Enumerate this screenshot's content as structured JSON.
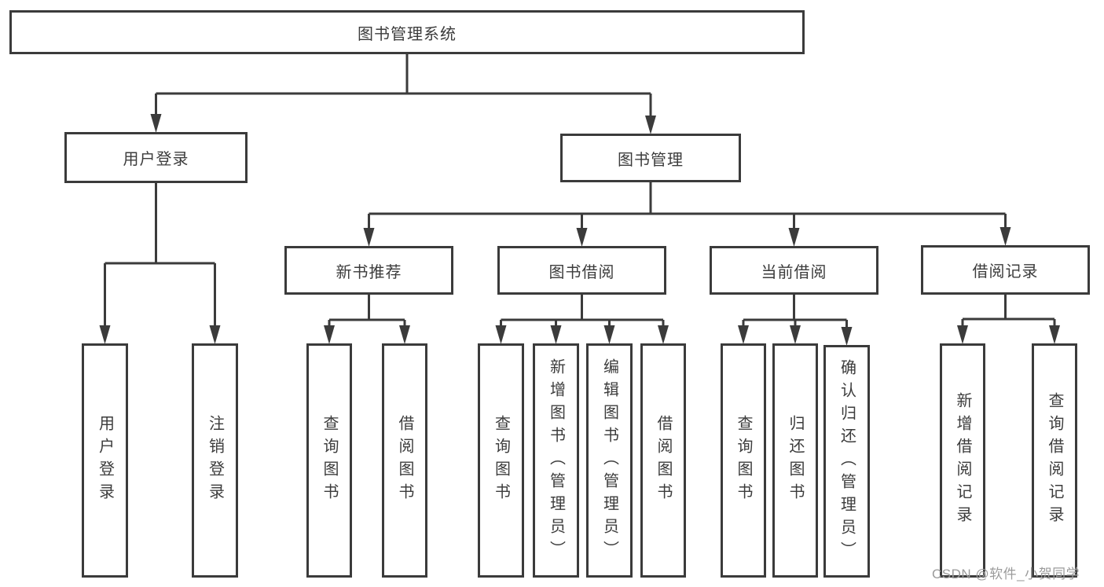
{
  "diagram": {
    "watermark": "CSDN @软件_小贺同学",
    "colors": {
      "line": "#3b3b3b",
      "box_border": "#3b3b3b",
      "text": "#3c3c3c",
      "watermark": "#9b9b9b",
      "background": "#ffffff"
    },
    "nodes": [
      {
        "id": "root",
        "label": "图书管理系统",
        "parent": null,
        "orient": "h"
      },
      {
        "id": "user-login",
        "label": "用户登录",
        "parent": "root",
        "orient": "h"
      },
      {
        "id": "book-mgmt",
        "label": "图书管理",
        "parent": "root",
        "orient": "h"
      },
      {
        "id": "login",
        "label": "用户登录",
        "parent": "user-login",
        "orient": "v"
      },
      {
        "id": "logout",
        "label": "注销登录",
        "parent": "user-login",
        "orient": "v"
      },
      {
        "id": "new-book-rec",
        "label": "新书推荐",
        "parent": "book-mgmt",
        "orient": "h"
      },
      {
        "id": "book-borrow",
        "label": "图书借阅",
        "parent": "book-mgmt",
        "orient": "h"
      },
      {
        "id": "current-borrow",
        "label": "当前借阅",
        "parent": "book-mgmt",
        "orient": "h"
      },
      {
        "id": "borrow-records",
        "label": "借阅记录",
        "parent": "book-mgmt",
        "orient": "h"
      },
      {
        "id": "rec-query-book",
        "label": "查询图书",
        "parent": "new-book-rec",
        "orient": "v"
      },
      {
        "id": "rec-borrow-book",
        "label": "借阅图书",
        "parent": "new-book-rec",
        "orient": "v"
      },
      {
        "id": "bb-query-book",
        "label": "查询图书",
        "parent": "book-borrow",
        "orient": "v"
      },
      {
        "id": "bb-add-book",
        "label": "新增图书（管理员）",
        "parent": "book-borrow",
        "orient": "v"
      },
      {
        "id": "bb-edit-book",
        "label": "编辑图书（管理员）",
        "parent": "book-borrow",
        "orient": "v"
      },
      {
        "id": "bb-borrow-book",
        "label": "借阅图书",
        "parent": "book-borrow",
        "orient": "v"
      },
      {
        "id": "cb-query-book",
        "label": "查询图书",
        "parent": "current-borrow",
        "orient": "v"
      },
      {
        "id": "cb-return-book",
        "label": "归还图书",
        "parent": "current-borrow",
        "orient": "v"
      },
      {
        "id": "cb-confirm-return",
        "label": "确认归还（管理员）",
        "parent": "current-borrow",
        "orient": "v"
      },
      {
        "id": "br-add-record",
        "label": "新增借阅记录",
        "parent": "borrow-records",
        "orient": "v"
      },
      {
        "id": "br-query-record",
        "label": "查询借阅记录",
        "parent": "borrow-records",
        "orient": "v"
      }
    ]
  }
}
